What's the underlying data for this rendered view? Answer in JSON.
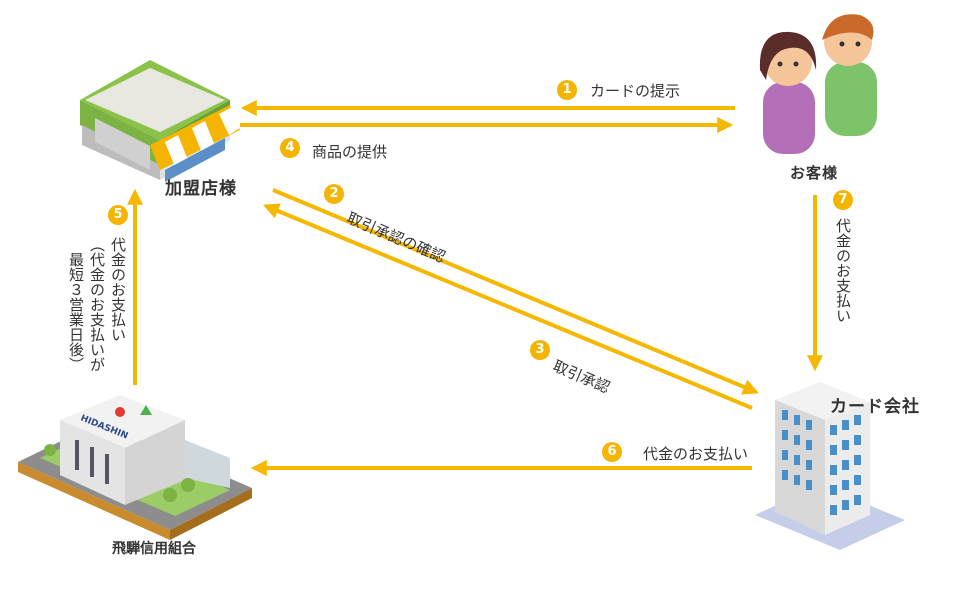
{
  "entities": {
    "merchant": "加盟店様",
    "customer": "お客様",
    "card_company": "カード会社",
    "bank": "飛騨信用組合",
    "bank_sign": "HIDASHIN"
  },
  "steps": [
    {
      "num": "1",
      "label": "カードの提示"
    },
    {
      "num": "2",
      "label": "取引承認の確認"
    },
    {
      "num": "3",
      "label": "取引承認"
    },
    {
      "num": "4",
      "label": "商品の提供"
    },
    {
      "num": "5",
      "label": "代金のお支払い",
      "note_line1": "（代金のお支払いが",
      "note_line2": "最短３営業日後）"
    },
    {
      "num": "6",
      "label": "代金のお支払い"
    },
    {
      "num": "7",
      "label": "代金のお支払い"
    }
  ],
  "colors": {
    "arrow": "#f5b800",
    "badge": "#f5b400"
  }
}
